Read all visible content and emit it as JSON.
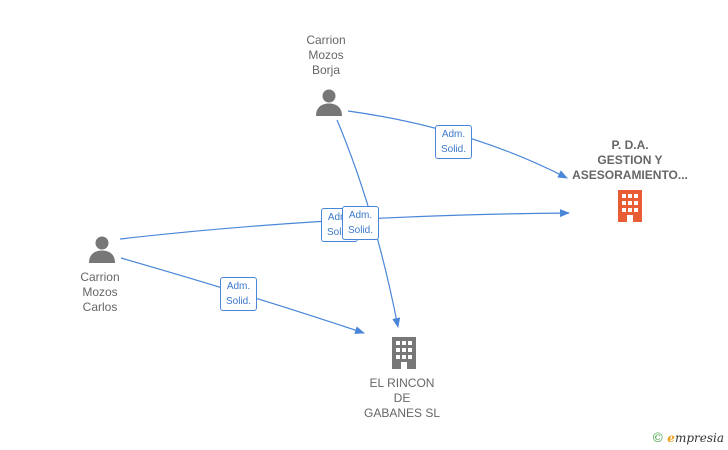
{
  "nodes": {
    "borja": {
      "lines": [
        "Carrion",
        "Mozos",
        "Borja"
      ]
    },
    "carlos": {
      "lines": [
        "Carrion",
        "Mozos",
        "Carlos"
      ]
    },
    "pda": {
      "lines": [
        "P. D.A.",
        "GESTION Y",
        "ASESORAMIENTO..."
      ],
      "color": "#e85d33"
    },
    "rincon": {
      "lines": [
        "EL RINCON",
        "DE",
        "GABANES  SL"
      ],
      "color": "#777777"
    }
  },
  "edges": [
    {
      "from": "borja",
      "to": "pda",
      "label": [
        "Adm.",
        "Solid."
      ]
    },
    {
      "from": "borja",
      "to": "rincon",
      "label": [
        "Adm.",
        "Solid."
      ]
    },
    {
      "from": "carlos",
      "to": "pda",
      "label": [
        "Adm.",
        "Solid."
      ]
    },
    {
      "from": "carlos",
      "to": "rincon",
      "label": [
        "Adm.",
        "Solid."
      ]
    }
  ],
  "colors": {
    "edge": "#4a86d8",
    "person_icon": "#777777",
    "company_main": "#e85d33",
    "company_other": "#777777"
  },
  "brand": {
    "copyright": "©",
    "e": "e",
    "rest": "mpresia"
  }
}
